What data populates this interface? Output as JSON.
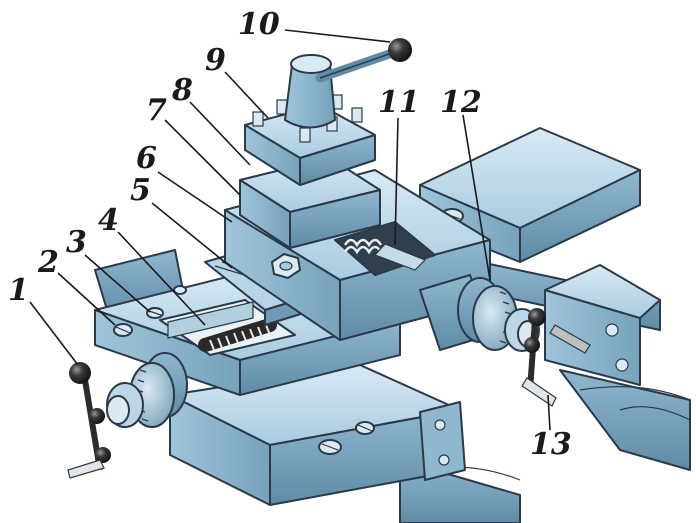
{
  "callouts": [
    {
      "id": "1",
      "text": "1"
    },
    {
      "id": "2",
      "text": "2"
    },
    {
      "id": "3",
      "text": "3"
    },
    {
      "id": "4",
      "text": "4"
    },
    {
      "id": "5",
      "text": "5"
    },
    {
      "id": "6",
      "text": "6"
    },
    {
      "id": "7",
      "text": "7"
    },
    {
      "id": "8",
      "text": "8"
    },
    {
      "id": "9",
      "text": "9"
    },
    {
      "id": "10",
      "text": "10"
    },
    {
      "id": "11",
      "text": "11"
    },
    {
      "id": "12",
      "text": "12"
    },
    {
      "id": "13",
      "text": "13"
    }
  ],
  "colors": {
    "steel_light": "#c4dcea",
    "steel_mid": "#97bfd5",
    "steel_dark": "#6f9bb5",
    "steel_shadow": "#4d7890",
    "outline": "#2a3a48",
    "handle_dark": "#2b2b2b"
  }
}
